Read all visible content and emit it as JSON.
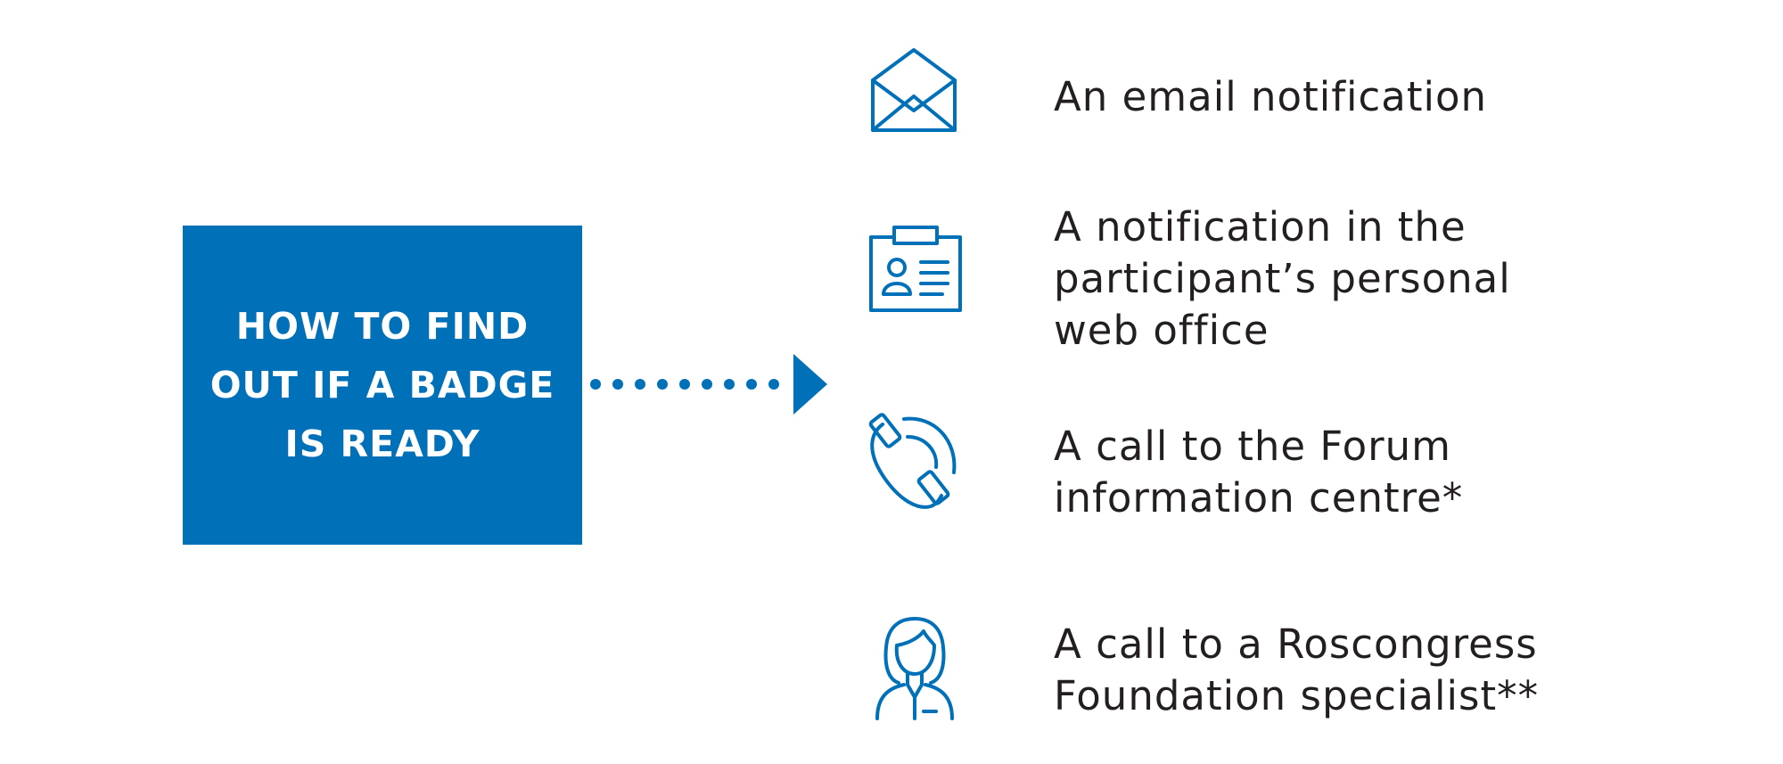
{
  "title": "HOW TO FIND\nOUT IF A BADGE\nIS READY",
  "colors": {
    "accent": "#0070b8",
    "text": "#231f20",
    "background": "#ffffff"
  },
  "items": [
    {
      "icon": "envelope-icon",
      "text": "An email notification"
    },
    {
      "icon": "id-card-icon",
      "text": "A notification in the\nparticipant’s personal\nweb office"
    },
    {
      "icon": "phone-icon",
      "text": "A call to the Forum\ninformation centre*"
    },
    {
      "icon": "specialist-icon",
      "text": "A call to a Roscongress\nFoundation specialist**"
    }
  ]
}
